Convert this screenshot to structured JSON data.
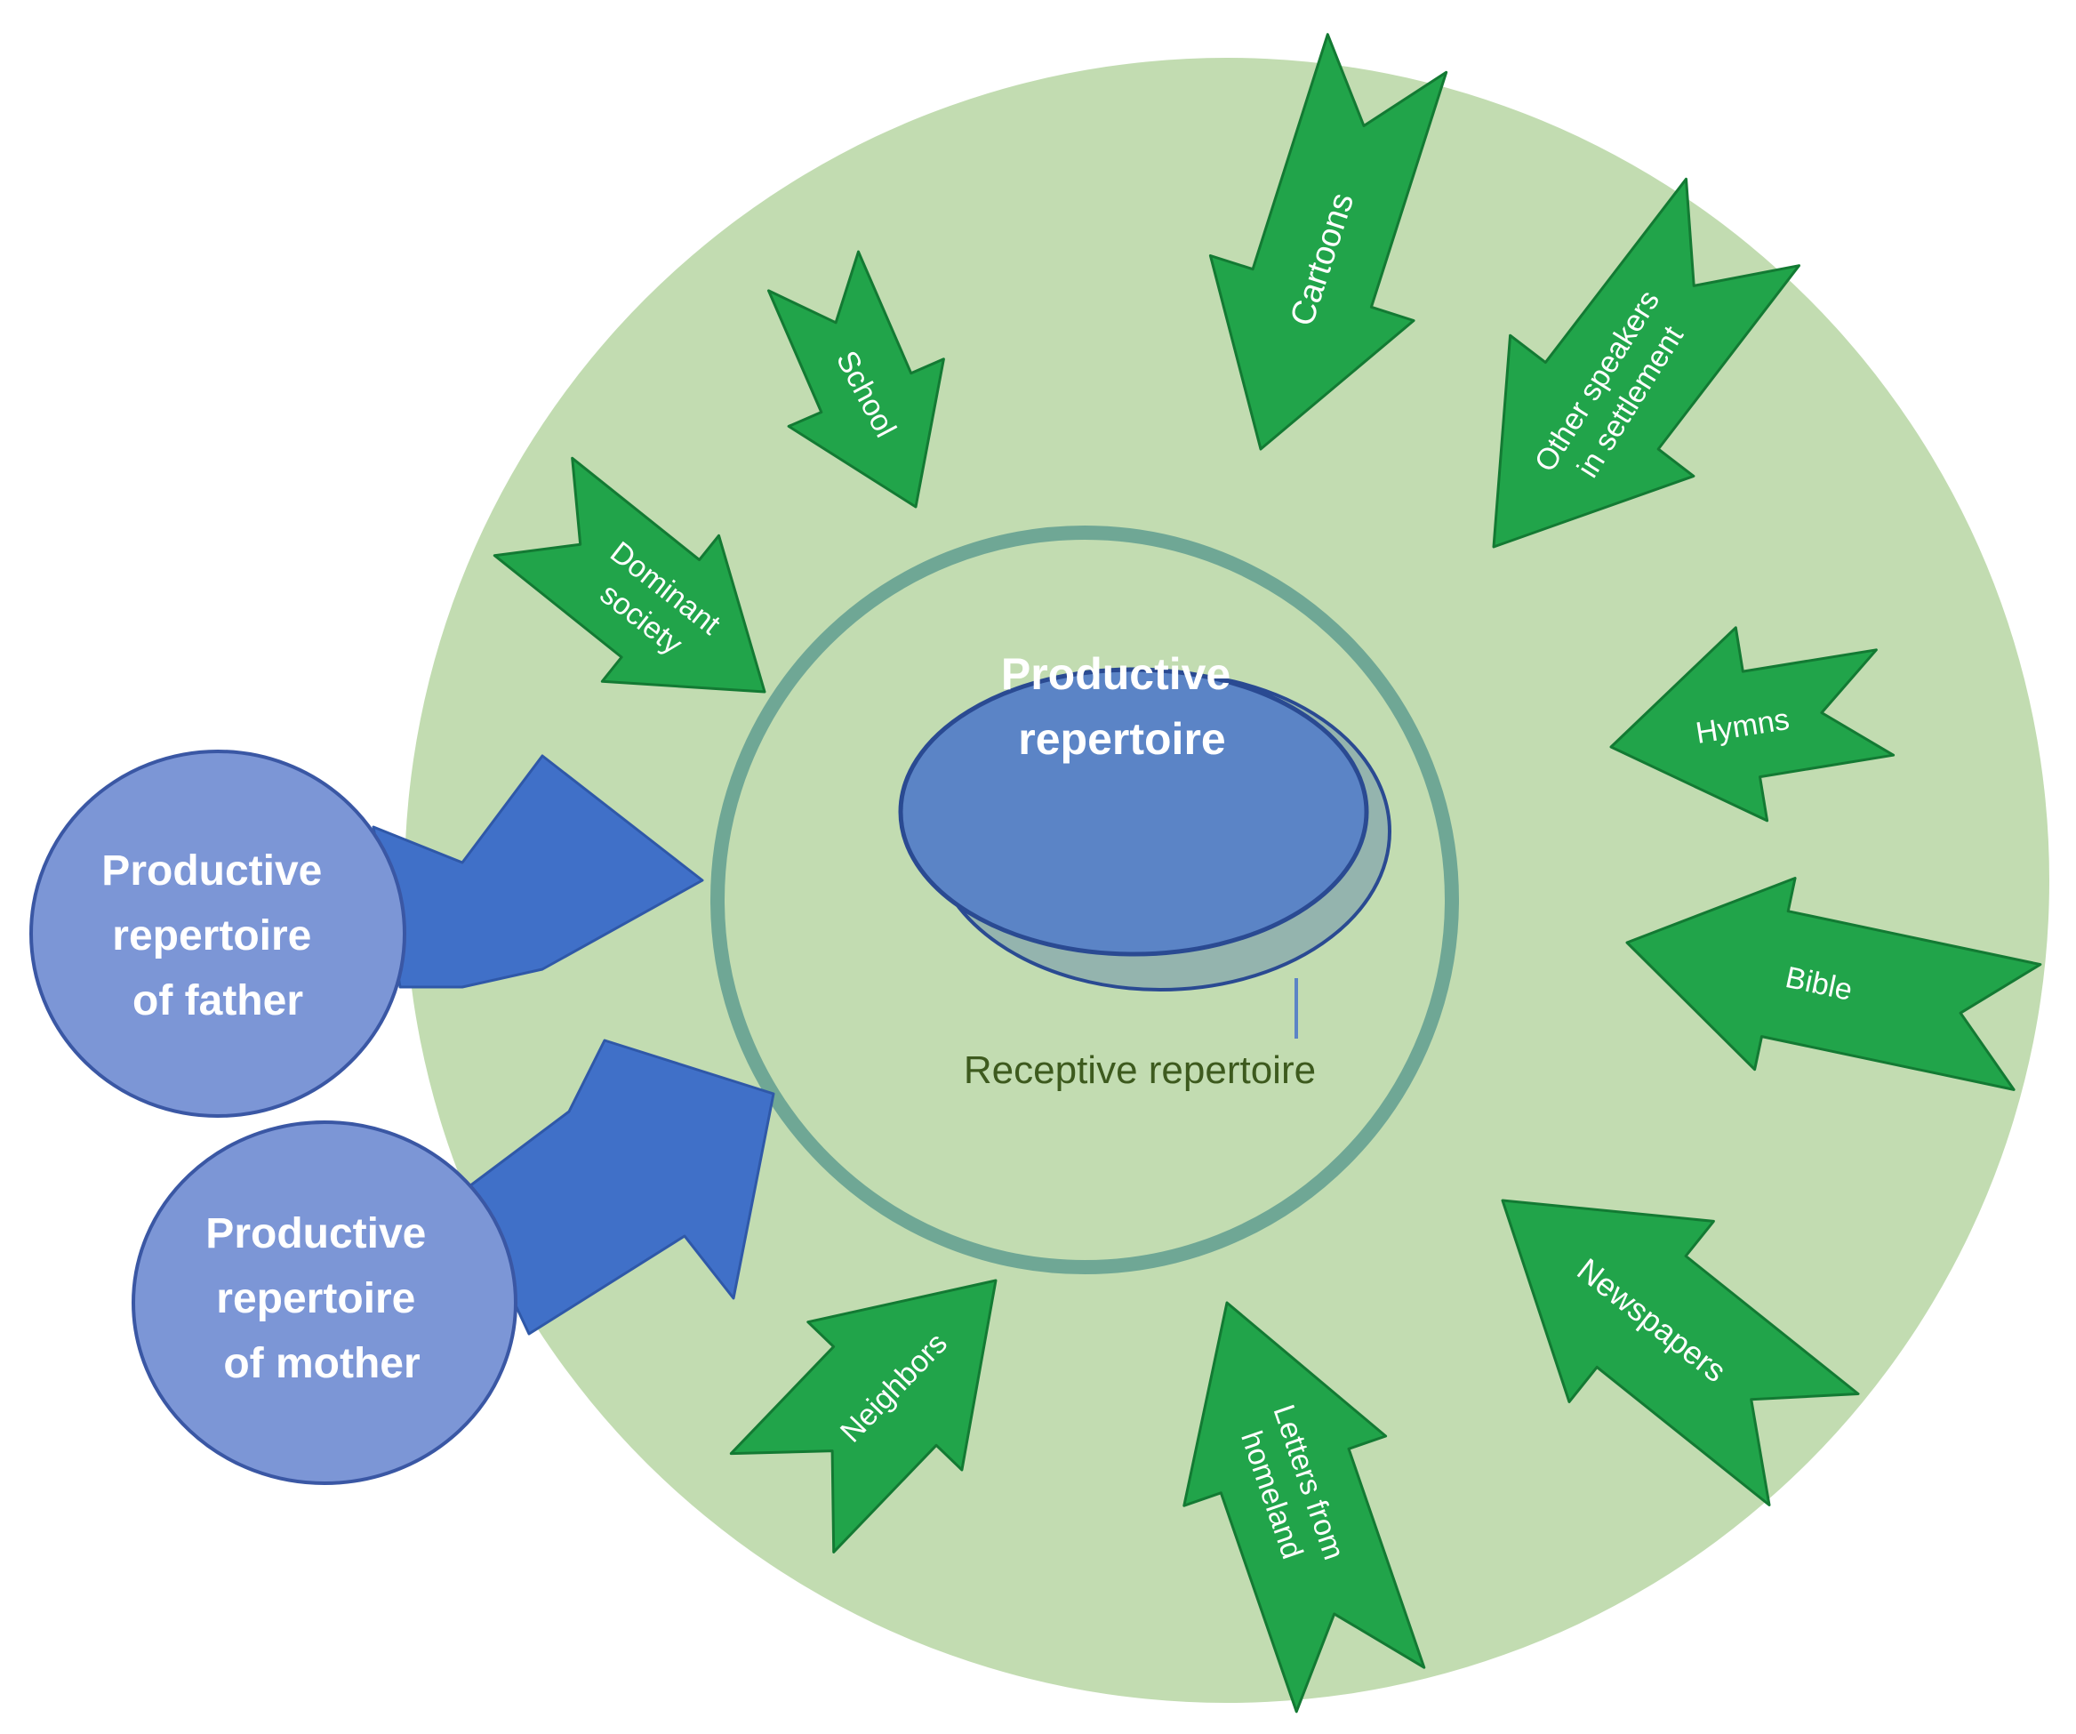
{
  "colors": {
    "outer_disc": "#c2dcb1",
    "inner_ring": "#6fa795",
    "inner_disc": "#c2dcb1",
    "green_arrow": "#21a44a",
    "green_arrow_stroke": "#137a33",
    "blue_arrow": "#4070c8",
    "blue_arrow_stroke": "#2f58a8",
    "parent_circle": "#7c96d6",
    "parent_circle_stroke": "#3a57a4",
    "productive_ellipse": "#5b84c6",
    "productive_stroke": "#2a4a92",
    "receptive_shadow": "#94b4ae",
    "label_white": "#ffffff",
    "label_dark": "#3d5a1e"
  },
  "center": {
    "productive_lines": [
      "Productive",
      "repertoire"
    ],
    "receptive_label": "Receptive repertoire"
  },
  "parents": {
    "father_lines": [
      "Productive",
      "repertoire",
      "of father"
    ],
    "mother_lines": [
      "Productive",
      "repertoire",
      "of mother"
    ]
  },
  "influences": {
    "school": [
      "School"
    ],
    "dominant_society": [
      "Dominant",
      "society"
    ],
    "cartoons": [
      "Cartoons"
    ],
    "other_speakers": [
      "Other speakers",
      "in settlement"
    ],
    "hymns": [
      "Hymns"
    ],
    "bible": [
      "Bible"
    ],
    "newspapers": [
      "Newspapers"
    ],
    "letters": [
      "Letters from",
      "homeland"
    ],
    "neighbors": [
      "Neighbors"
    ]
  }
}
